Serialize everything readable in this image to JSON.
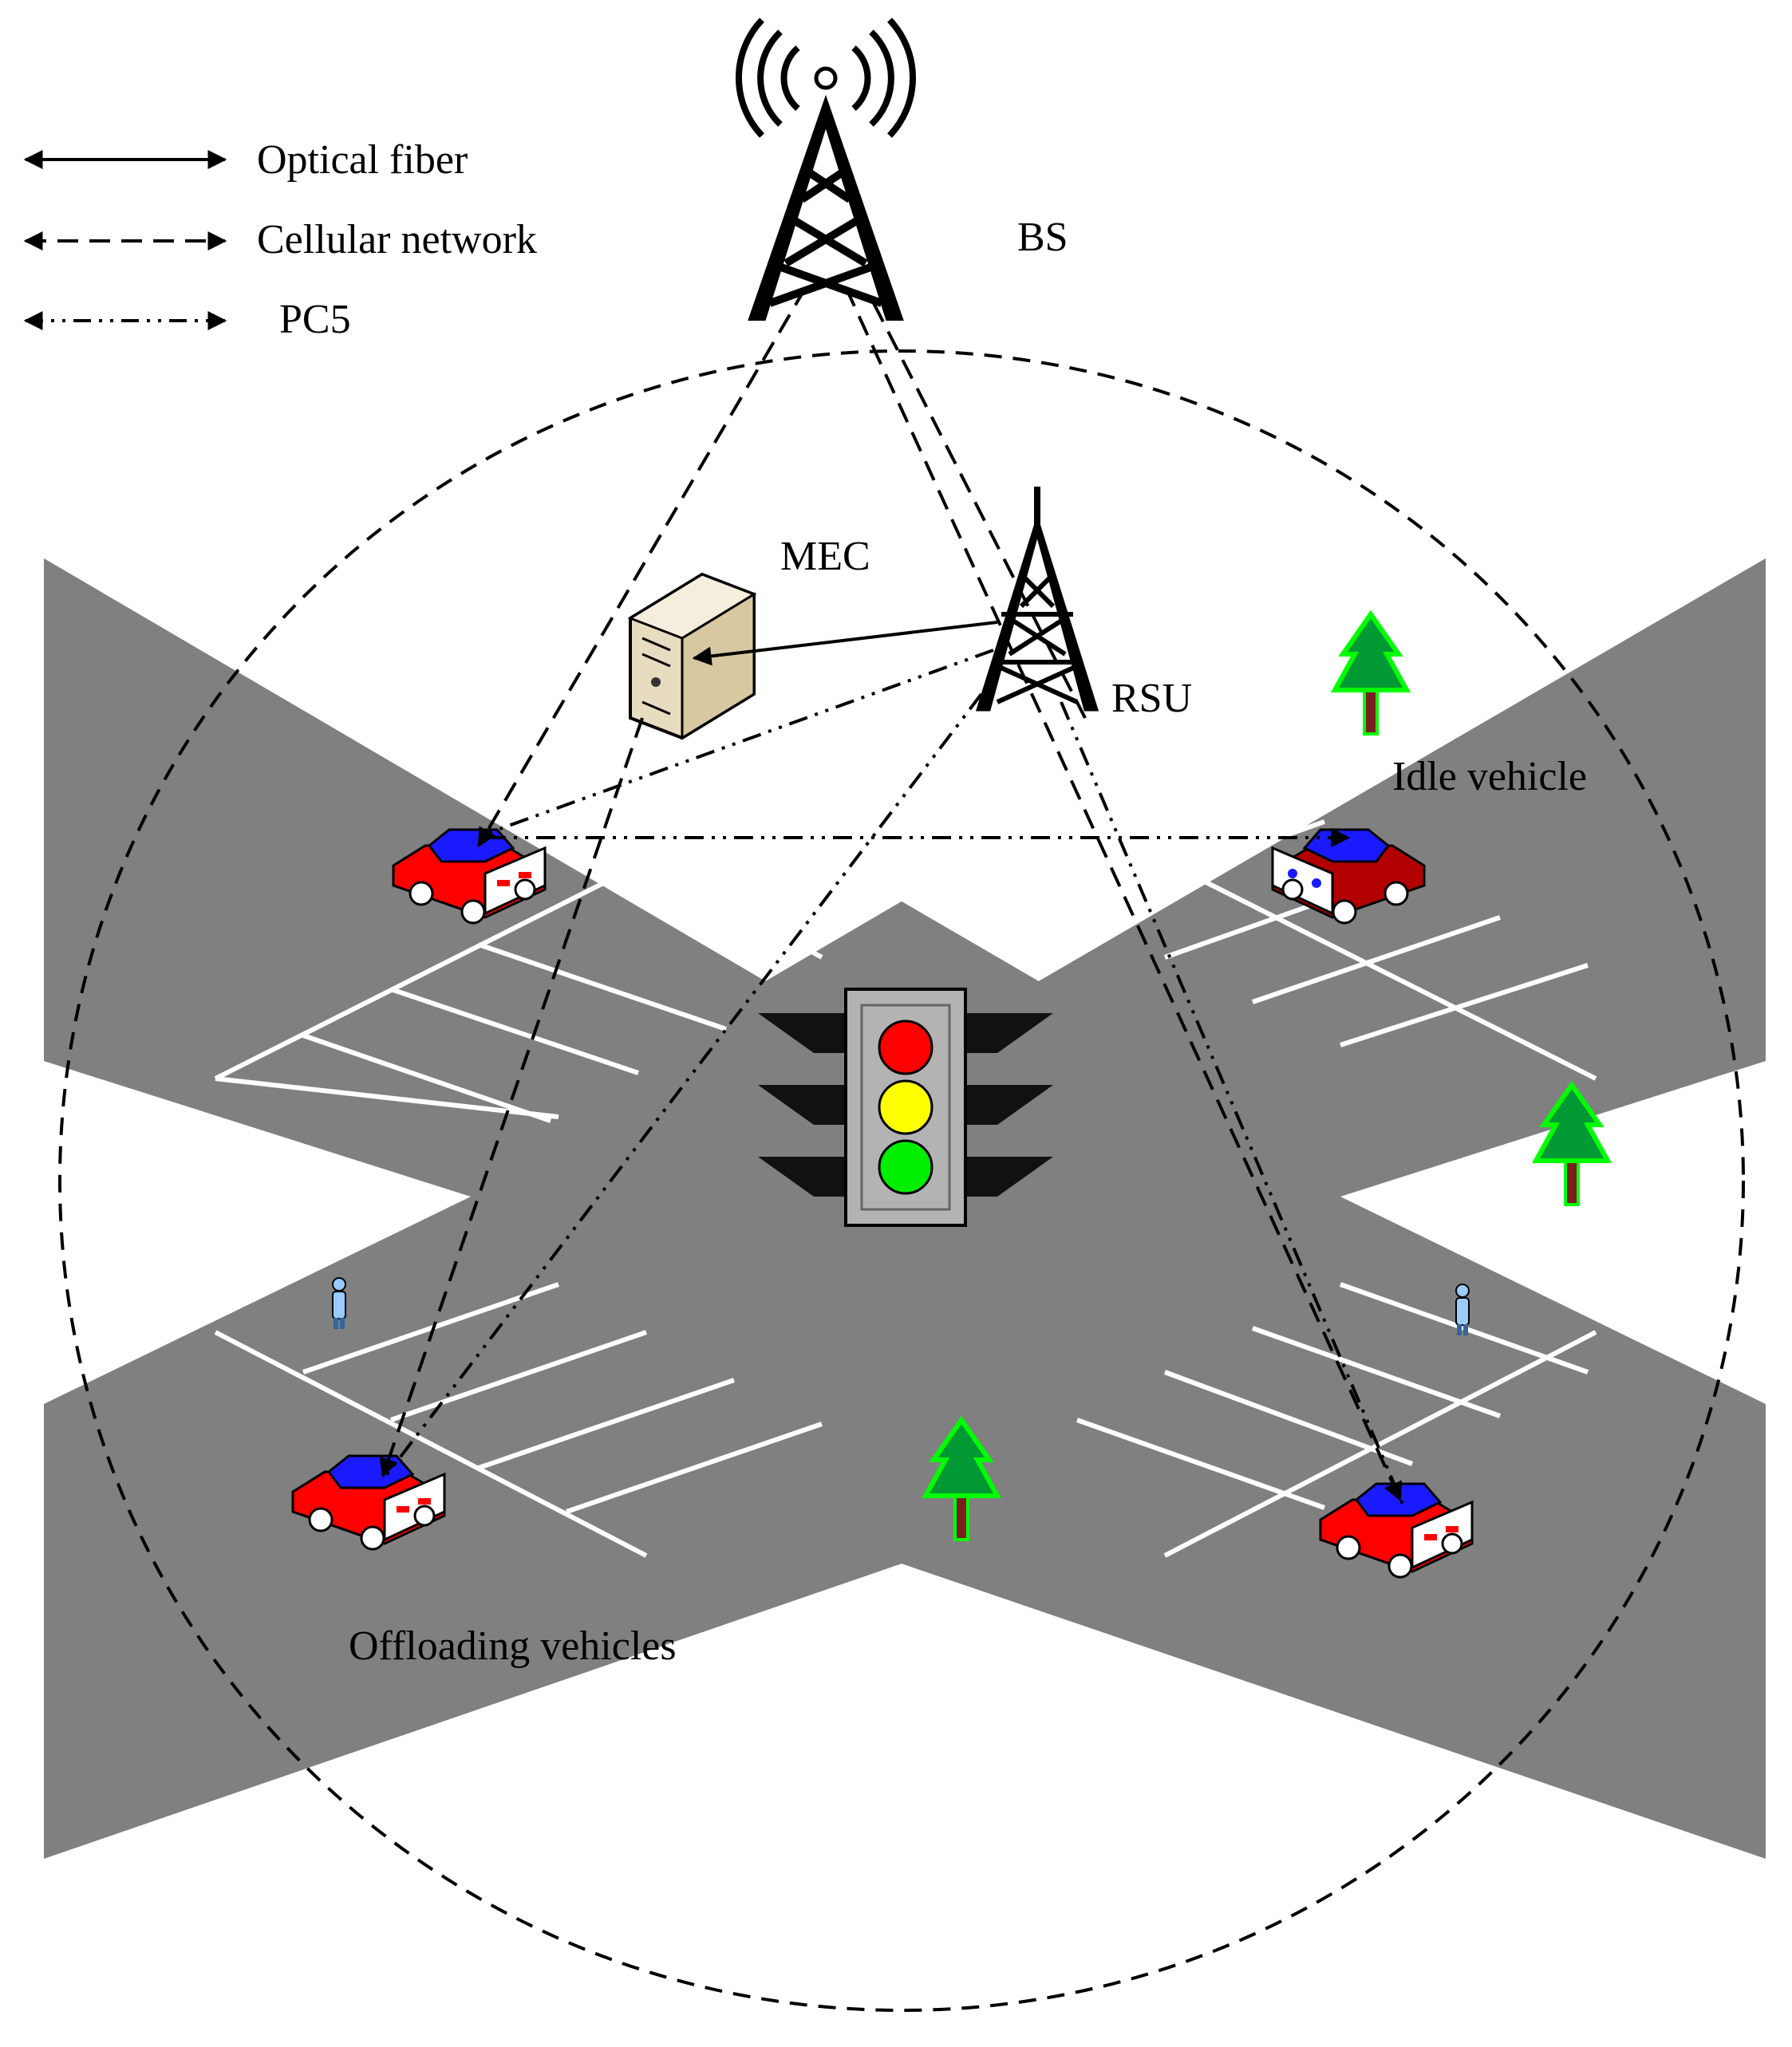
{
  "legend": {
    "optical_fiber": "Optical fiber",
    "cellular_network": "Cellular network",
    "pc5": "PC5"
  },
  "nodes": {
    "bs": "BS",
    "mec": "MEC",
    "rsu": "RSU",
    "idle_vehicle": "Idle vehicle",
    "offloading_vehicles": "Offloading vehicles"
  },
  "colors": {
    "road": "#808080",
    "car_body": "#ff0000",
    "car_body_idle": "#b20000",
    "car_roof": "#1a1aff",
    "tree": "#009933",
    "tree_glow": "#00ff00",
    "light_red": "#ff0000",
    "light_yellow": "#ffff00",
    "light_green": "#00ee00",
    "server": "#e8dcc0"
  },
  "icons": [
    "tower-bs-icon",
    "tower-rsu-icon",
    "server-icon",
    "car-icon",
    "tree-icon",
    "pedestrian-icon",
    "traffic-light-icon"
  ]
}
